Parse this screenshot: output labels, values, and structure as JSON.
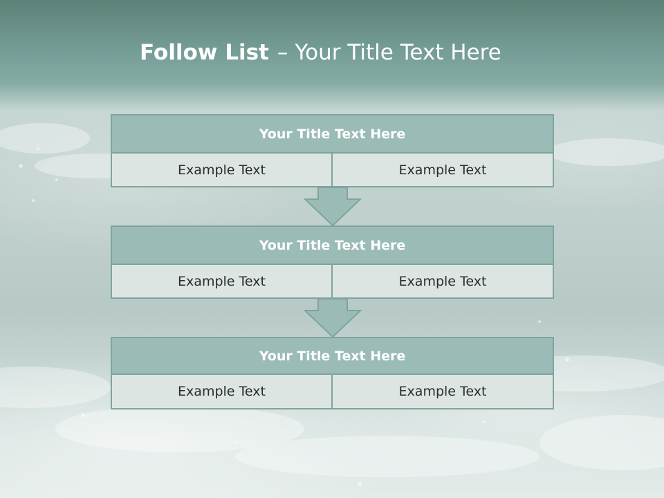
{
  "slide": {
    "title_bold": "Follow List",
    "title_sep": "–",
    "title_rest": "Your Title Text Here"
  },
  "blocks": [
    {
      "title": "Your Title Text Here",
      "left_text": "Example Text",
      "right_text": "Example Text"
    },
    {
      "title": "Your Title Text Here",
      "left_text": "Example Text",
      "right_text": "Example Text"
    },
    {
      "title": "Your Title Text Here",
      "left_text": "Example Text",
      "right_text": "Example Text"
    }
  ],
  "colors": {
    "header_teal": "#739c95",
    "block_header": "#9bbcb6",
    "block_border": "#7ea49d",
    "cell_fill": "#dde5e3",
    "arrow_fill": "#9bbcb6"
  },
  "icons": [
    "down-arrow-icon",
    "down-arrow-icon"
  ]
}
